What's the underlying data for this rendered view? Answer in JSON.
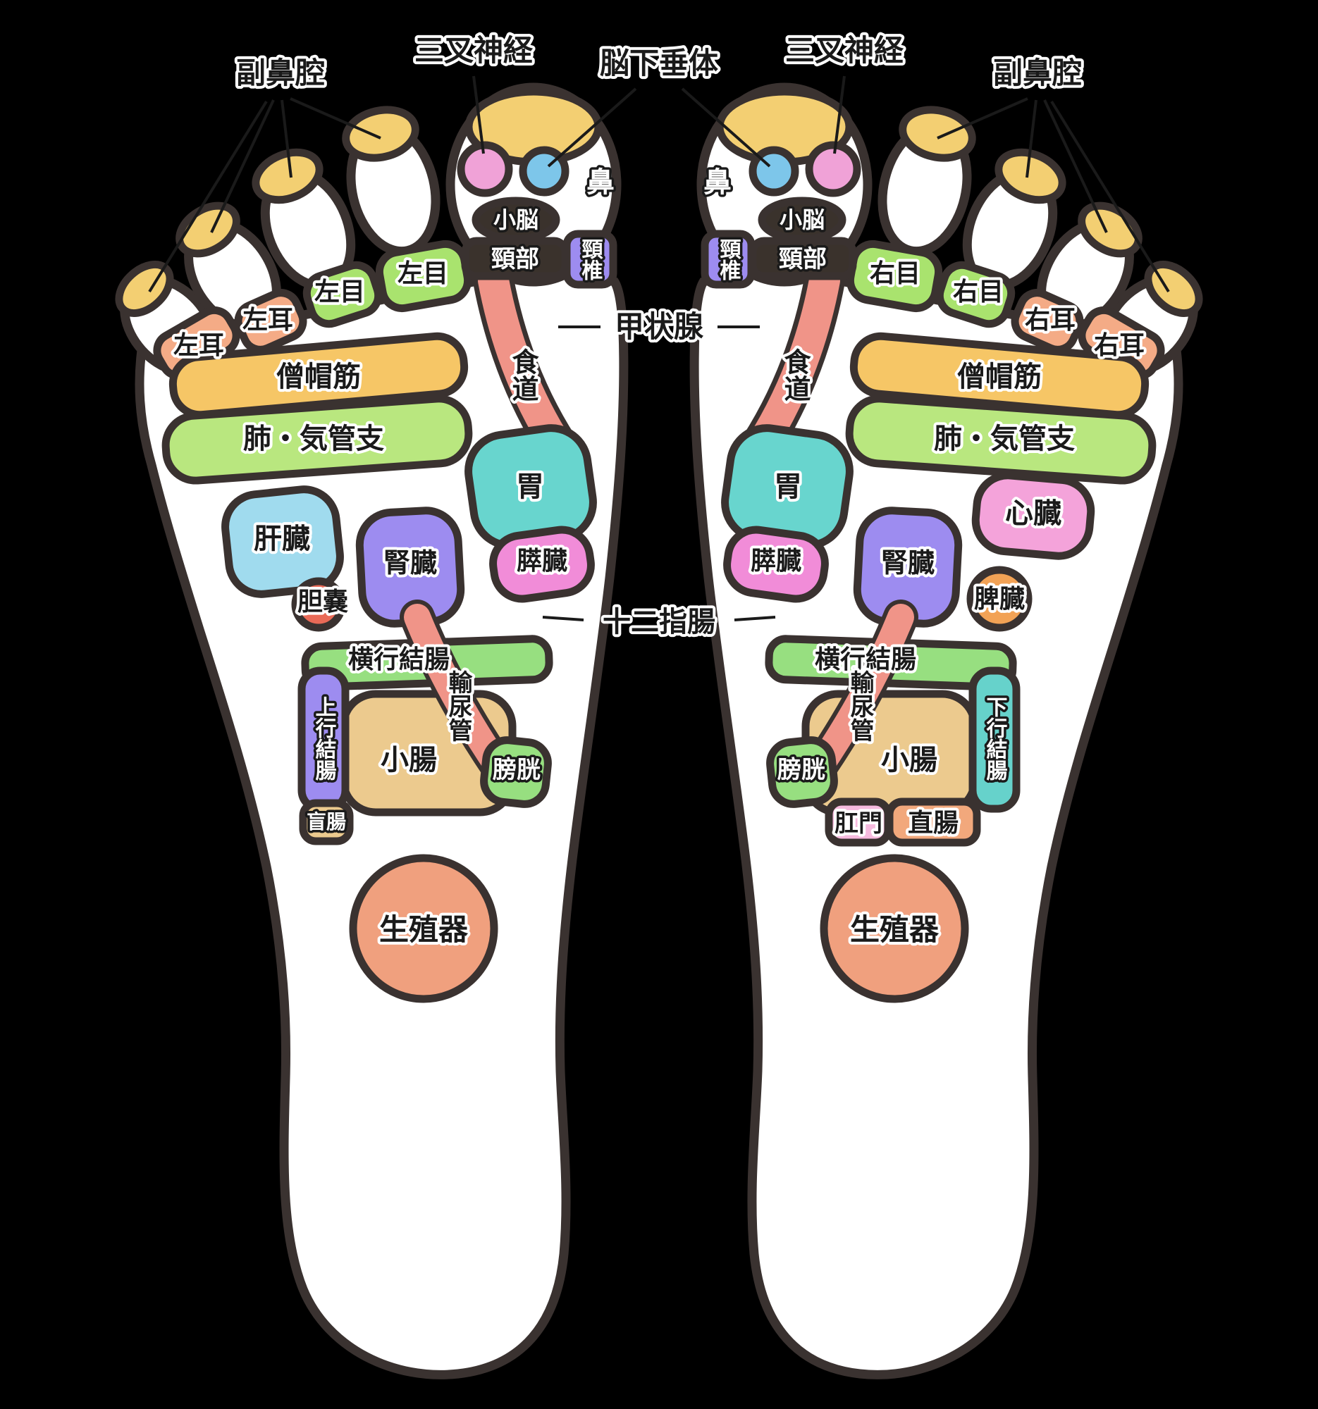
{
  "labels": {
    "sinus": "副鼻腔",
    "trigeminal": "三叉神経",
    "pituitary": "脳下垂体",
    "nose": "鼻",
    "cerebellum": "小脳",
    "neck": "頸部",
    "cervical_spine": "頸椎",
    "eye_left": "左目",
    "ear_left": "左耳",
    "eye_right": "右目",
    "ear_right": "右耳",
    "trapezius": "僧帽筋",
    "lung_bronchi": "肺・気管支",
    "esophagus": "食道",
    "thyroid": "甲状腺",
    "stomach": "胃",
    "liver": "肝臓",
    "heart": "心臓",
    "kidney": "腎臓",
    "pancreas": "膵臓",
    "gallbladder": "胆嚢",
    "spleen": "脾臓",
    "duodenum": "十二指腸",
    "transverse_colon": "横行結腸",
    "ascending_colon": "上行結腸",
    "descending_colon": "下行結腸",
    "ureter": "輸尿管",
    "small_intestine": "小腸",
    "bladder": "膀胱",
    "cecum": "盲腸",
    "anus": "肛門",
    "rectum": "直腸",
    "genitals": "生殖器"
  },
  "colors": {
    "bg": "#000000",
    "outline": "#3a3230",
    "foot": "#ffffff",
    "ink": "#1a1a1a",
    "halo": "#ffffff",
    "toe_tip": "#f3cf72",
    "trigeminal_pink": "#f0a2d7",
    "pituitary_blue": "#7dc6ea",
    "dark_zone": "#3a322c",
    "cervical_purple": "#9d8cf0",
    "eye_green": "#a9e36e",
    "ear_salmon": "#f4ab86",
    "trapezius_yellow": "#f6c666",
    "lung_green": "#b9e77f",
    "esophagus_salmon": "#f09488",
    "stomach_cyan": "#68d5ce",
    "liver_blue": "#a0dbee",
    "gallbladder_red": "#e96a57",
    "kidney_purple": "#9d8cf0",
    "pancreas_magenta": "#f18cd8",
    "heart_pink": "#f4a3da",
    "spleen_orange": "#f2a255",
    "colon_green": "#97df80",
    "ascending_purple": "#9d8cf0",
    "descending_teal": "#66d2cb",
    "ureter_salmon": "#f09488",
    "intestine_tan": "#ecca8e",
    "bladder_green": "#97df80",
    "cecum_tan": "#ecca8e",
    "anus_pink": "#f6bade",
    "rectum_orange": "#f2a87c",
    "genital_salmon": "#f0a07e"
  }
}
